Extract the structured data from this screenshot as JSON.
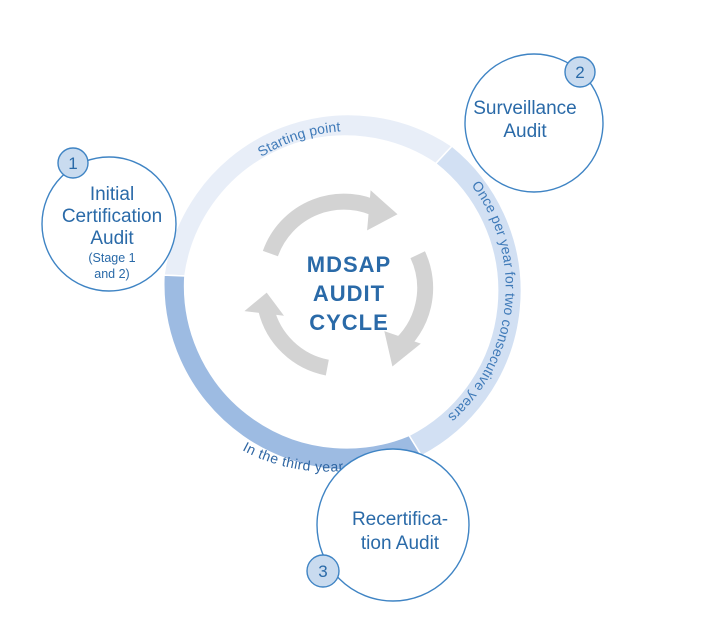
{
  "diagram": {
    "center": {
      "lines": [
        "MDSAP",
        "AUDIT",
        "CYCLE"
      ]
    },
    "arcs": {
      "starting": {
        "label": "Starting point"
      },
      "surveillance": {
        "label": "Once per year for two consecutive years"
      },
      "third": {
        "label": "In the third year"
      }
    },
    "nodes": {
      "initial": {
        "number": "1",
        "title_lines": [
          "Initial",
          "Certification",
          "Audit"
        ],
        "sub_lines": [
          "(Stage 1",
          "and 2)"
        ]
      },
      "surveillance": {
        "number": "2",
        "title_lines": [
          "Surveillance",
          "Audit"
        ]
      },
      "recert": {
        "number": "3",
        "title_lines": [
          "Recertifica-",
          "tion Audit"
        ]
      }
    },
    "colors": {
      "ring_light": "#e8eef8",
      "ring_mid": "#d2e0f3",
      "ring_dark": "#9dbbe2",
      "stroke_blue": "#3f84c4",
      "text_blue": "#2a6aa8",
      "badge_fill": "#c9dbef",
      "arrows_gray": "#d3d3d3"
    }
  }
}
